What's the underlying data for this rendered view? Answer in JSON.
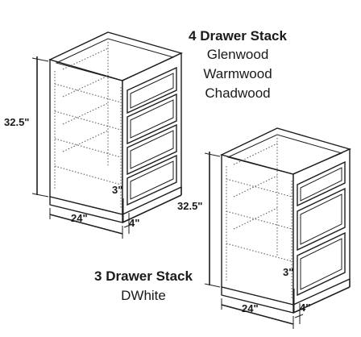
{
  "stack4": {
    "title": "4 Drawer Stack",
    "finishes": [
      "Glenwood",
      "Warmwood",
      "Chadwood"
    ],
    "height_label": "32.5\"",
    "width_label": "24\"",
    "toe_kick_height_label": "3\"",
    "toe_kick_depth_label": "4\""
  },
  "stack3": {
    "title": "3 Drawer Stack",
    "finishes": [
      "DWhite"
    ],
    "height_label": "32.5\"",
    "width_label": "24\"",
    "toe_kick_height_label": "3\"",
    "toe_kick_depth_label": "4\""
  }
}
